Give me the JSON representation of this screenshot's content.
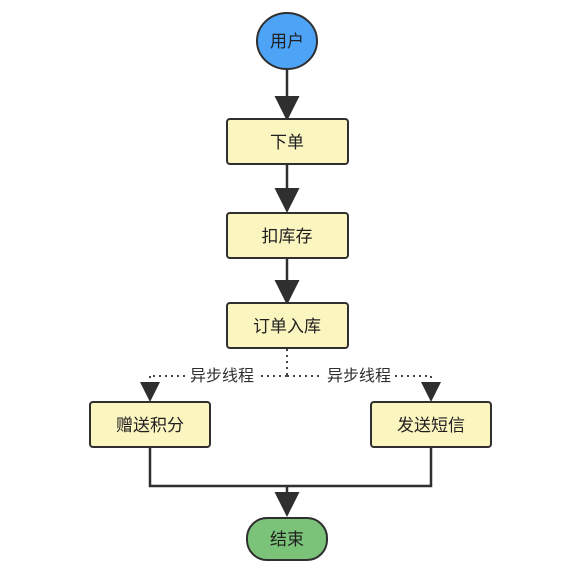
{
  "nodes": {
    "user": {
      "label": "用户",
      "fill": "#4da3f5",
      "stroke": "#2f2f2f"
    },
    "place_order": {
      "label": "下单",
      "fill": "#fbf5c0",
      "stroke": "#2f2f2f"
    },
    "deduct_stock": {
      "label": "扣库存",
      "fill": "#fbf5c0",
      "stroke": "#2f2f2f"
    },
    "order_storage": {
      "label": "订单入库",
      "fill": "#fbf5c0",
      "stroke": "#2f2f2f"
    },
    "give_points": {
      "label": "赠送积分",
      "fill": "#fbf5c0",
      "stroke": "#2f2f2f"
    },
    "send_sms": {
      "label": "发送短信",
      "fill": "#fbf5c0",
      "stroke": "#2f2f2f"
    },
    "end": {
      "label": "结束",
      "fill": "#7cc37a",
      "stroke": "#2f2f2f"
    }
  },
  "edges": {
    "async_left_label": "异步线程",
    "async_right_label": "异步线程"
  },
  "colors": {
    "line": "#2f2f2f",
    "text": "#1f1f1f"
  }
}
